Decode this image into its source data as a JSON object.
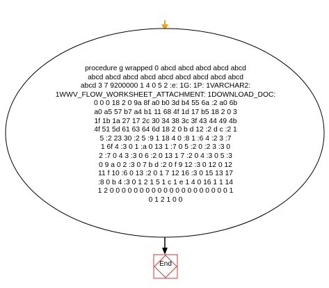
{
  "node": {
    "lines": [
      "procedure g wrapped 0 abcd abcd abcd abcd abcd",
      "abcd abcd abcd abcd abcd abcd abcd abcd abcd",
      "abcd 3 7 9200000 1 4 0 5 2 :e: 1G: 1P: 1VARCHAR2:",
      "1WWV_FLOW_WORKSHEET_ATTACHMENT: 1DOWNLOAD_DOC:",
      "0 0 0 18 2 0 9a 8f a0 b0 3d b4 55 6a :2 a0 6b",
      "a0 a5 57 b7 a4 b1 11 68 4f 1d 17 b5 18 2 0 3",
      "1f 1b 1a 27 17 2c 30 34 38 3c 3f 43 44 49 4b",
      "4f 51 5d 61 63 64 6d 18 2 0 b d 12 :2 d c :2 1",
      "5 :2 23 30 :2 5 :9 1 18 4 0 :8 1 :6 4 :2 3 :7",
      "1 6f 4 :3 0 1 :a 0 13 1 :7 0 5 :2 0 :2 3 :3 0",
      "2 :7 0 4 3 :3 0 6 :2 0 13 1 7 :2 0 4 :3 0 5 :3",
      "0 9 a 0 2 :3 0 7 b d :2 0 f 9 12 :3 0 12 0 12",
      "11 f 10 :6 0 13 :2 0 1 7 12 16 :3 0 15 13 17",
      ":8 0 b 4 :3 0 1 2 1 5 1 c 1 e 1 4 0 16 1 1 14",
      "1 2 0 0 0 0 0 0 0 0 0 0 0 0 0 0 0 0 0 0 0 0 1",
      "0 1 2 1 0 0"
    ]
  },
  "end_node": {
    "label": "End"
  },
  "colors": {
    "start_arrow": "#f5a200",
    "line": "#000000",
    "end_border": "#cc3a3a",
    "end_fill": "#ffffff"
  }
}
